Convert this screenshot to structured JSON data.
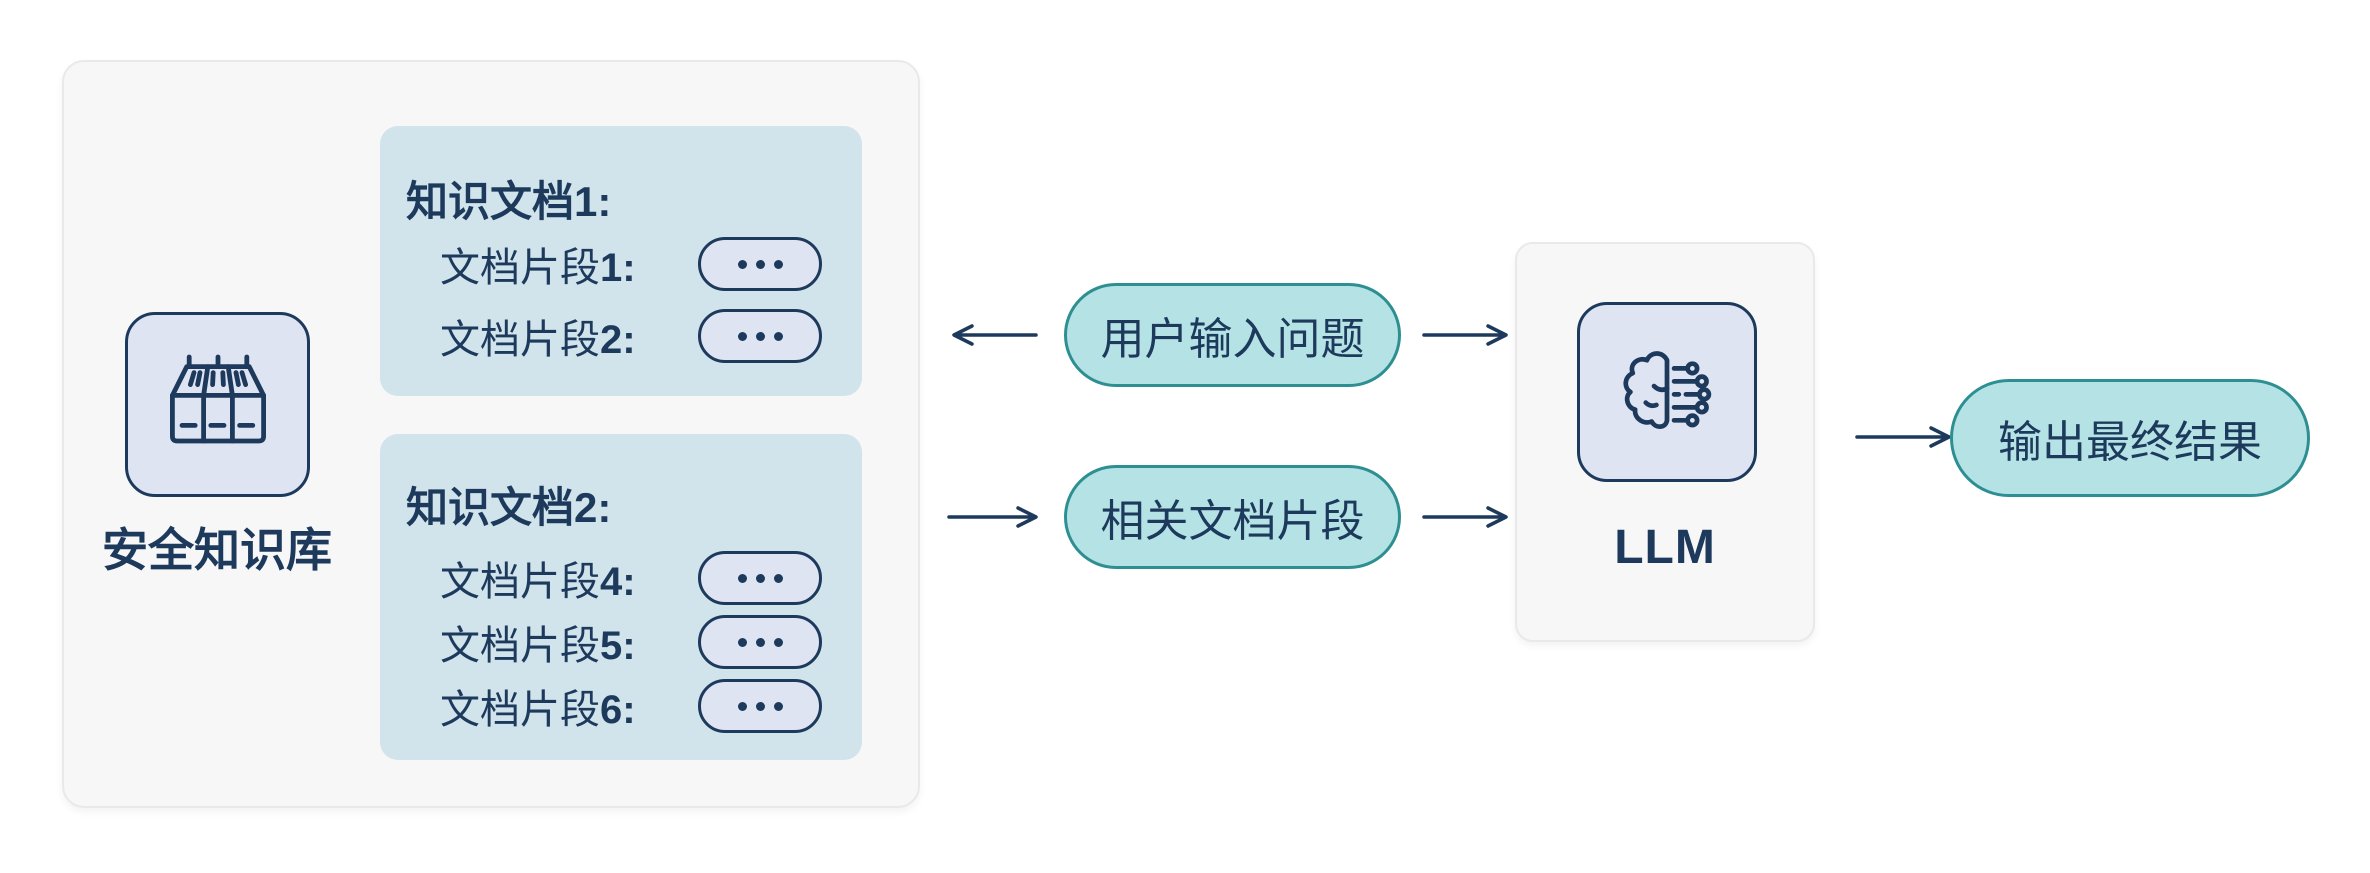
{
  "palette": {
    "navy_text": "#1d3a5c",
    "teal_pill_border": "#2e8f93",
    "teal_pill_fill": "#b5e3e5",
    "panel_fill": "#f7f7f8",
    "panel_border": "#e9e9ec",
    "doc_card_fill": "#d1e4ec",
    "chip_fill": "#dfe4f3"
  },
  "icons": {
    "knowledge_base": "books-icon",
    "llm": "brain-circuit-icon",
    "fragment_chip": "ellipsis-icon",
    "arrows": "open-arrow"
  },
  "knowledge_base": {
    "label": "安全知识库",
    "documents": [
      {
        "title": "知识文档1:",
        "fragments": [
          {
            "text": "文档片段",
            "num": "1:"
          },
          {
            "text": "文档片段",
            "num": "2:"
          }
        ]
      },
      {
        "title": "知识文档2:",
        "fragments": [
          {
            "text": "文档片段",
            "num": "4:"
          },
          {
            "text": "文档片段",
            "num": "5:"
          },
          {
            "text": "文档片段",
            "num": "6:"
          }
        ]
      }
    ]
  },
  "flow": {
    "user_query": "用户输入问题",
    "related_fragments": "相关文档片段",
    "llm_label": "LLM",
    "output": "输出最终结果"
  },
  "arrows": {
    "query_to_kb": "left",
    "query_to_llm": "right",
    "kb_to_fragments": "right",
    "fragments_to_llm": "right",
    "llm_to_output": "right"
  }
}
